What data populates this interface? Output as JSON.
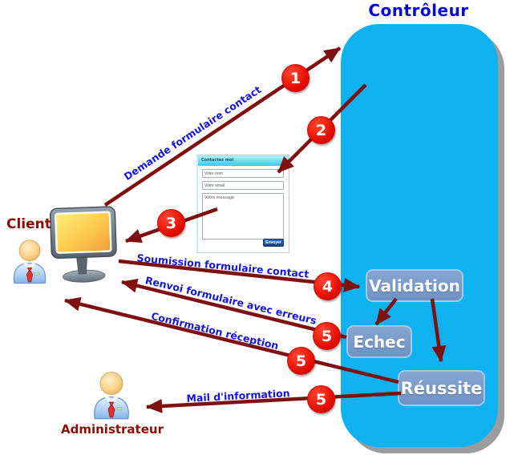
{
  "controller": {
    "title": "Contrôleur"
  },
  "actors": {
    "client": "Client",
    "admin": "Administrateur"
  },
  "form": {
    "header": "Contactez moi",
    "name_placeholder": "Votre nom",
    "email_placeholder": "Votre email",
    "message_placeholder": "Votre message",
    "submit_label": "Envoyer"
  },
  "states": {
    "validation": "Validation",
    "failure": "Echec",
    "success": "Réussite"
  },
  "flows": [
    {
      "num": "1",
      "label": "Demande formulaire contact"
    },
    {
      "num": "2",
      "label": ""
    },
    {
      "num": "3",
      "label": ""
    },
    {
      "num": "4",
      "label": "Soumission formulaire contact"
    },
    {
      "num": "5",
      "label": "Renvoi formulaire avec erreurs"
    },
    {
      "num": "5",
      "label": "Confirmation réception"
    },
    {
      "num": "5",
      "label": "Mail d'information"
    }
  ],
  "colors": {
    "controller_fill": "#0fb2f0",
    "arrow": "#7e1010",
    "badge_red": "#e60d00",
    "label_blue": "#1414dc",
    "state_fill": "#7495c8",
    "actor_text": "#8b0e00",
    "title_blue": "#0507d4"
  }
}
